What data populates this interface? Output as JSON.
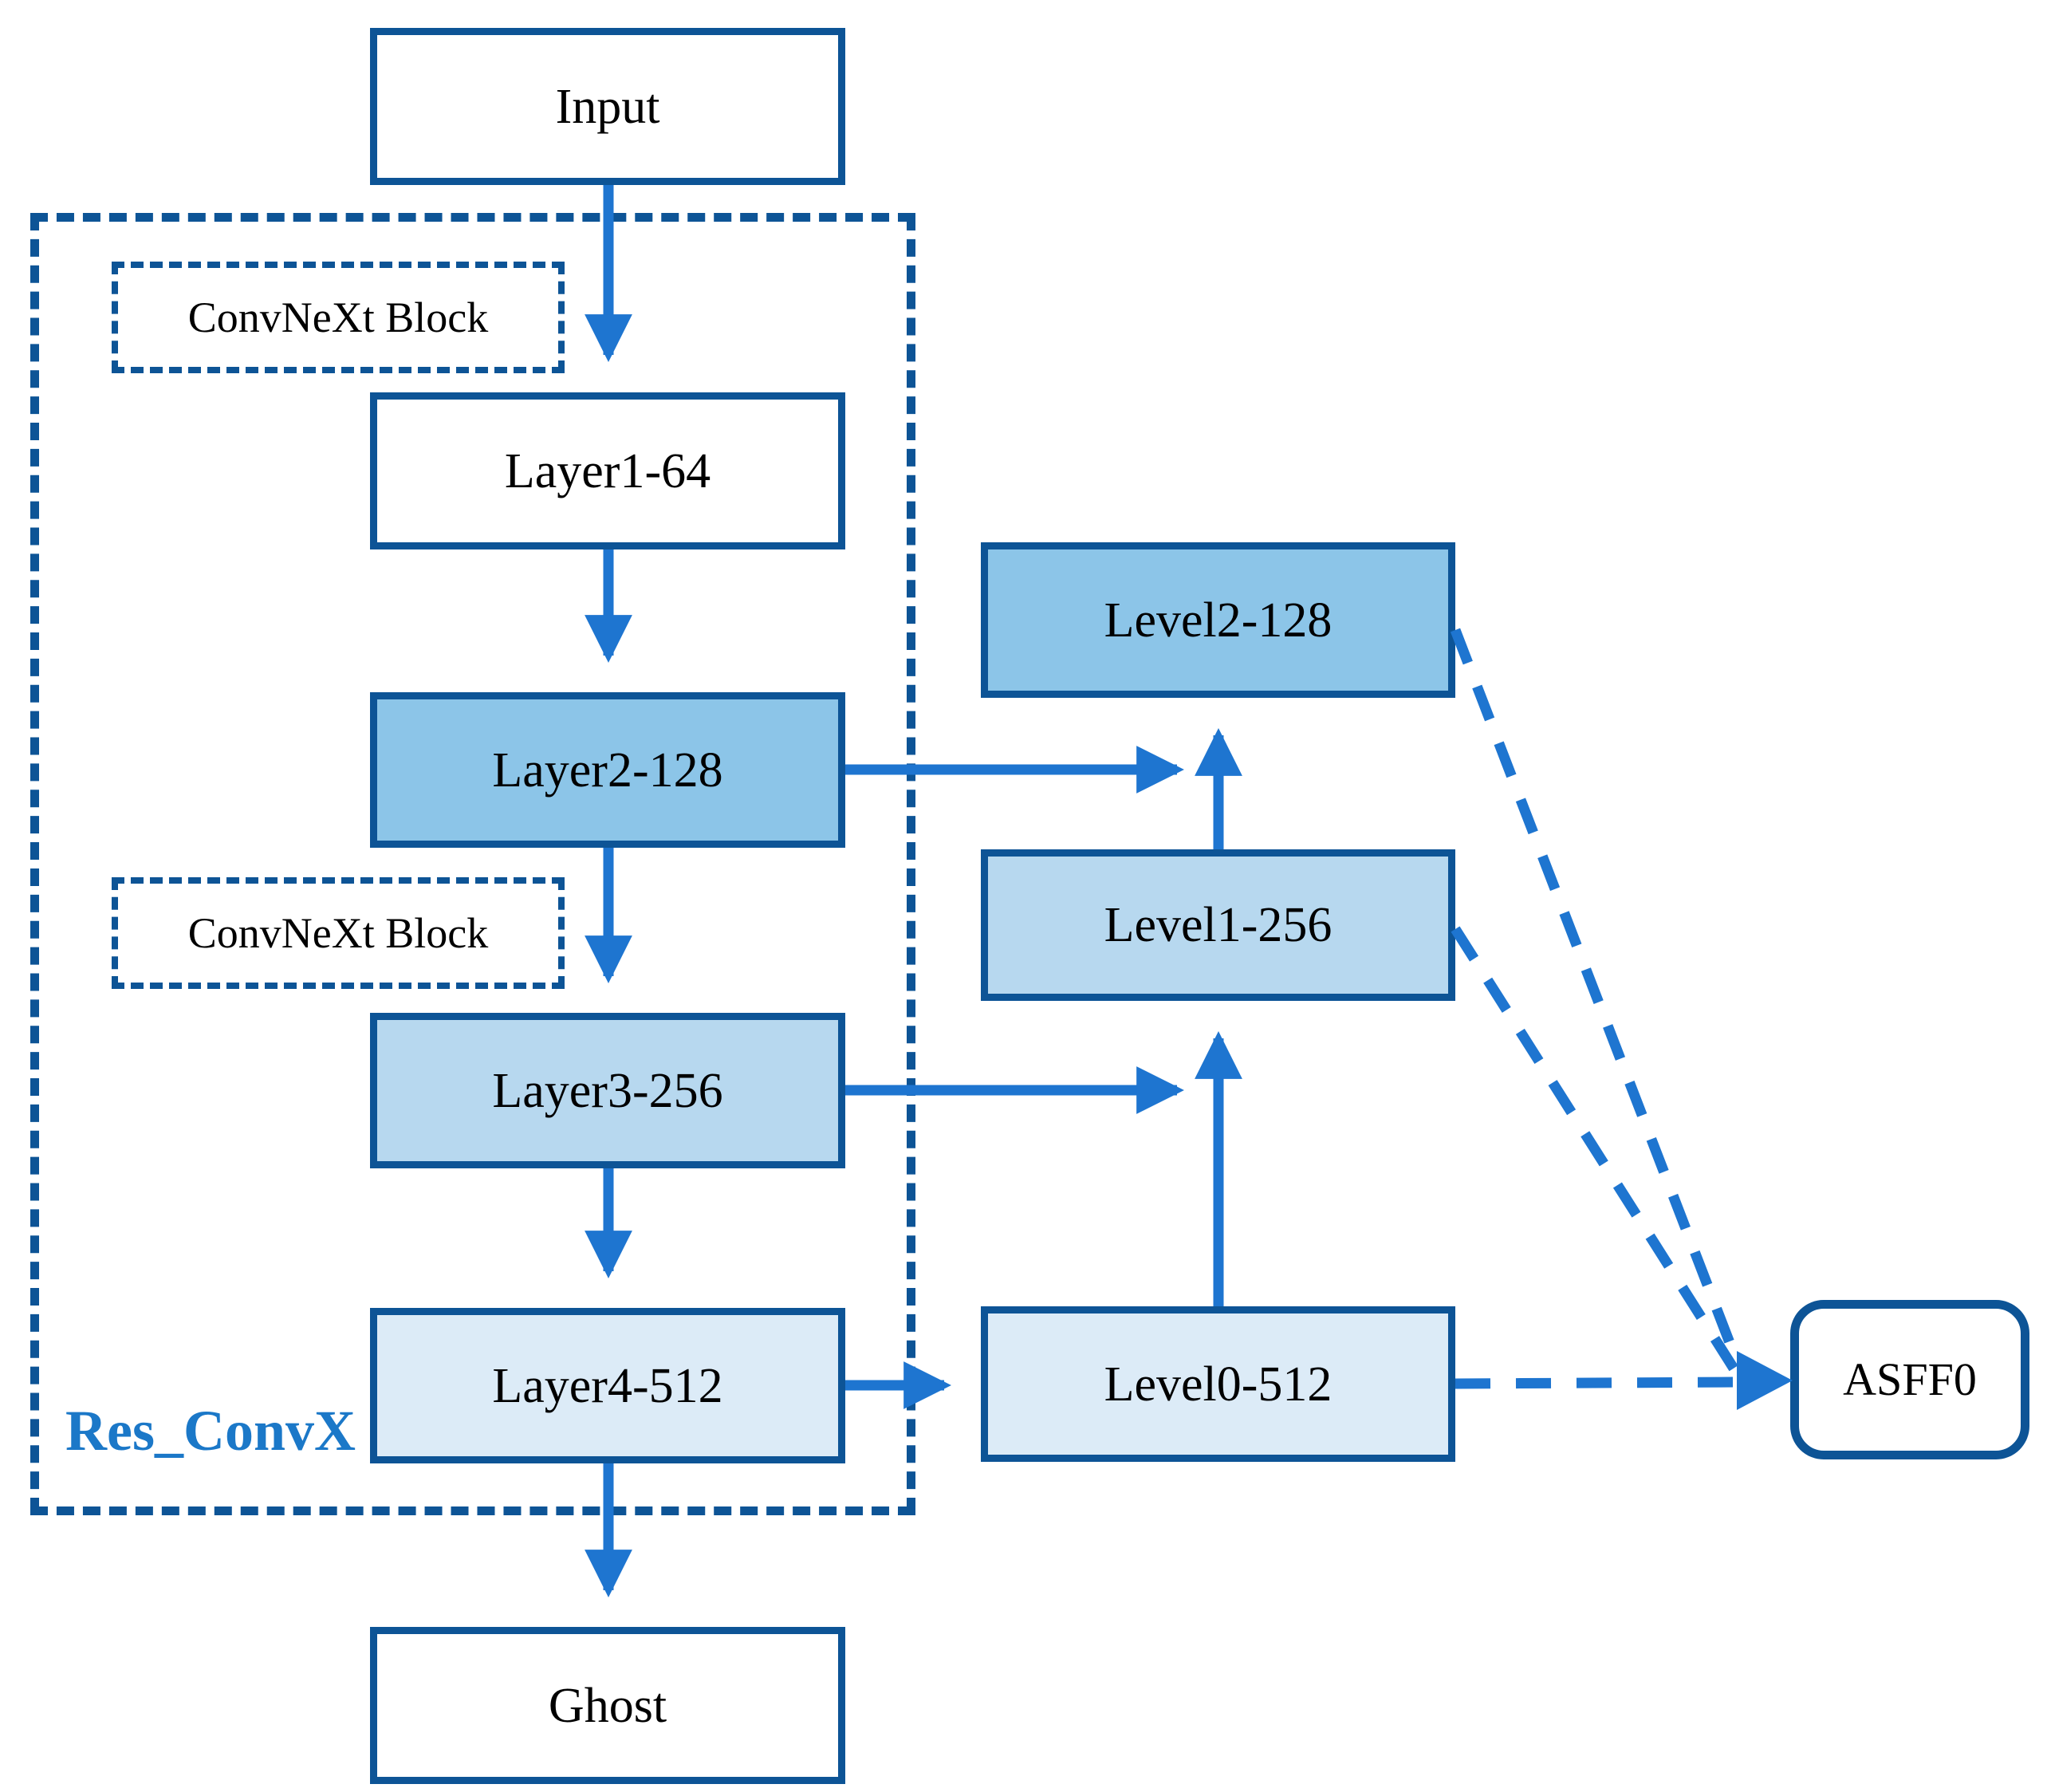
{
  "diagram": {
    "backbone": {
      "input_label": "Input",
      "convnext_block_top_label": "ConvNeXt Block",
      "layer1_label": "Layer1-64",
      "layer2_label": "Layer2-128",
      "convnext_block_mid_label": "ConvNeXt Block",
      "layer3_label": "Layer3-256",
      "layer4_label": "Layer4-512",
      "ghost_label": "Ghost",
      "container_label": "Res_ConvX"
    },
    "neck": {
      "level2_label": "Level2-128",
      "level1_label": "Level1-256",
      "level0_label": "Level0-512"
    },
    "head": {
      "asff0_label": "ASFF0"
    },
    "colors": {
      "box_border_blue": "#0d5496",
      "arrow_blue": "#1e75d0",
      "label_blue": "#1b78c8",
      "fill_white": "#ffffff",
      "fill_128": "#8cc5e8",
      "fill_256": "#b7d8ef",
      "fill_512": "#dcebf7"
    }
  }
}
